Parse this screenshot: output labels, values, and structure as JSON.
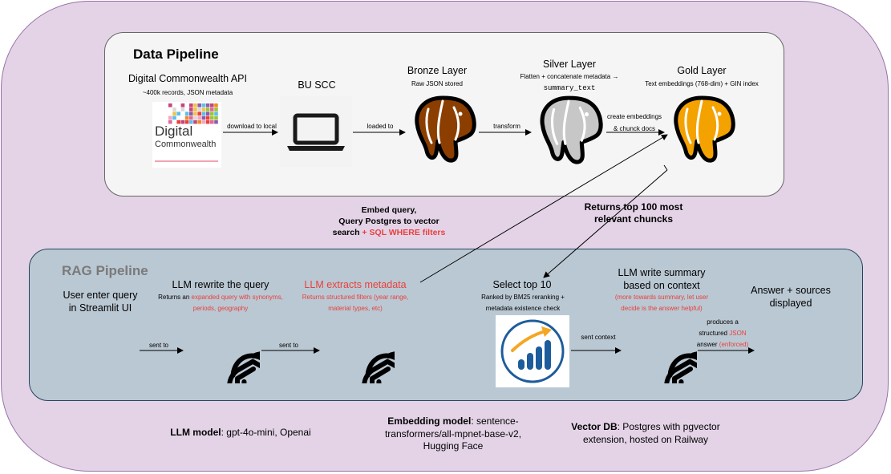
{
  "data_pipeline": {
    "title": "Data Pipeline",
    "api_title": "Digital Commonwealth API",
    "api_sub": "~400k records, JSON metadata",
    "logo_line1": "Digital",
    "logo_line2": "Commonwealth",
    "scc_title": "BU SCC",
    "bronze_title": "Bronze Layer",
    "bronze_sub": "Raw JSON stored",
    "silver_title": "Silver Layer",
    "silver_sub1": "Flatten + concatenate metadata →",
    "silver_sub2": "summary_text",
    "gold_title": "Gold Layer",
    "gold_sub": "Text embeddings (768-dim) + GIN index",
    "edge_download": "download to local",
    "edge_loaded": "loaded to",
    "edge_transform": "transform",
    "edge_embed1": "create embeddings",
    "edge_embed2": "& chunck docs"
  },
  "middle": {
    "embed_line1": "Embed query,",
    "embed_line2": "Query Postgres to vector",
    "embed_line3a": "search",
    "embed_line3b": "+ SQL WHERE filters",
    "returns_line1": "Returns top 100 most",
    "returns_line2": "relevant chuncks"
  },
  "rag_pipeline": {
    "title": "RAG Pipeline",
    "user_line1": "User enter query",
    "user_line2": "in Streamlit UI",
    "sent_to_1": "sent to",
    "rewrite_title": "LLM rewrite the query",
    "rewrite_sub1a": "Returns an",
    "rewrite_sub1b": "expanded query with synonyms,",
    "rewrite_sub2": "periods, geography",
    "sent_to_2": "sent to",
    "extract_title": "LLM extracts metadata",
    "extract_sub1": "Returns structured filters (year range,",
    "extract_sub2": "material types, etc)",
    "top10_title": "Select top 10",
    "top10_sub1": "Ranked by BM25 reranking +",
    "top10_sub2": "metadata existence check",
    "sent_context": "sent context",
    "summary_title1": "LLM write summary",
    "summary_title2": "based on context",
    "summary_sub1": "(more towards summary, let user",
    "summary_sub2": "decide is the answer helpful)",
    "produces1": "produces a",
    "produces2a": "structured",
    "produces2b": "JSON",
    "produces3a": "answer",
    "produces3b": "(enforced)",
    "answer_line1": "Answer + sources",
    "answer_line2": "displayed"
  },
  "footer": {
    "llm_label": "LLM model",
    "llm_value": ": gpt-4o-mini, Openai",
    "emb_label": "Embedding model",
    "emb_value1": ": sentence-",
    "emb_value2": "transformers/all-mpnet-base-v2,",
    "emb_value3": "Hugging Face",
    "vdb_label": "Vector DB",
    "vdb_value1": ": Postgres with pgvector",
    "vdb_value2": "extension, hosted on Railway"
  },
  "colors": {
    "outer_fill": "#e4d3e7",
    "data_fill": "#f5f5f5",
    "rag_fill": "#bac8d3",
    "bronze": "#8b3e00",
    "silver": "#c7c7c7",
    "gold": "#f4a200",
    "accent_red": "#e8413c"
  },
  "icons": [
    "digital-commonwealth-logo",
    "laptop-icon",
    "postgres-elephant-icon",
    "openai-logo-icon",
    "ranking-chart-icon"
  ]
}
